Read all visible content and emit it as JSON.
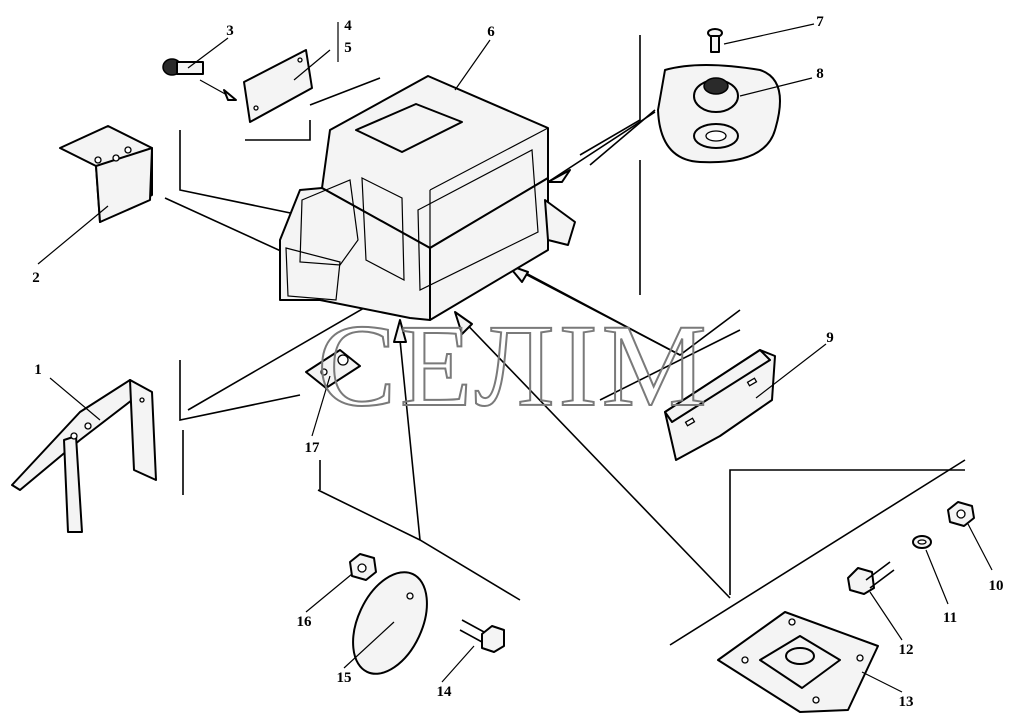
{
  "watermark": "СЕЛІМ",
  "labels": {
    "l1": "1",
    "l2": "2",
    "l3": "3",
    "l4": "4",
    "l5": "5",
    "l6": "6",
    "l7": "7",
    "l8": "8",
    "l9": "9",
    "l10": "10",
    "l11": "11",
    "l12": "12",
    "l13": "13",
    "l14": "14",
    "l15": "15",
    "l16": "16",
    "l17": "17"
  }
}
